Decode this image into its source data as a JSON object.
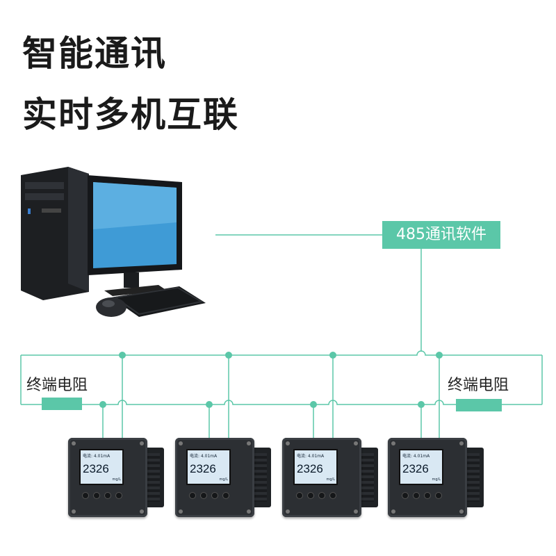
{
  "title": {
    "line1": "智能通讯",
    "line2": "实时多机互联"
  },
  "software_label": "485通讯软件",
  "terminal_resistor": {
    "left_label": "终端电阻",
    "right_label": "终端电阻"
  },
  "colors": {
    "accent": "#5bc7a8",
    "line": "#5bc7a8",
    "title": "#1a1a1a"
  },
  "meters": [
    {
      "current_text": "电流: 4.01mA",
      "value": "2326",
      "unit": "mg/L"
    },
    {
      "current_text": "电流: 4.01mA",
      "value": "2326",
      "unit": "mg/L"
    },
    {
      "current_text": "电流: 4.01mA",
      "value": "2326",
      "unit": "mg/L"
    },
    {
      "current_text": "电流: 4.01mA",
      "value": "2326",
      "unit": "mg/L"
    }
  ]
}
